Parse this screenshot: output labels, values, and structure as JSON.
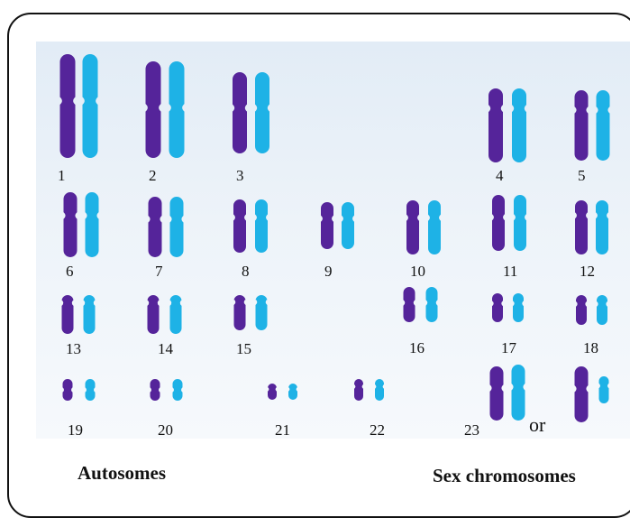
{
  "colors": {
    "maternal": "#55249a",
    "paternal": "#1eb2e6",
    "frame": "#111111"
  },
  "chromosomes": [
    {
      "label": "1"
    },
    {
      "label": "2"
    },
    {
      "label": "3"
    },
    {
      "label": "4"
    },
    {
      "label": "5"
    },
    {
      "label": "6"
    },
    {
      "label": "7"
    },
    {
      "label": "8"
    },
    {
      "label": "9"
    },
    {
      "label": "10"
    },
    {
      "label": "11"
    },
    {
      "label": "12"
    },
    {
      "label": "13"
    },
    {
      "label": "14"
    },
    {
      "label": "15"
    },
    {
      "label": "16"
    },
    {
      "label": "17"
    },
    {
      "label": "18"
    },
    {
      "label": "19"
    },
    {
      "label": "20"
    },
    {
      "label": "21"
    },
    {
      "label": "22"
    },
    {
      "label": "23"
    }
  ],
  "or_text": "or",
  "captions": {
    "autosomes": "Autosomes",
    "sex": "Sex chromosomes"
  }
}
